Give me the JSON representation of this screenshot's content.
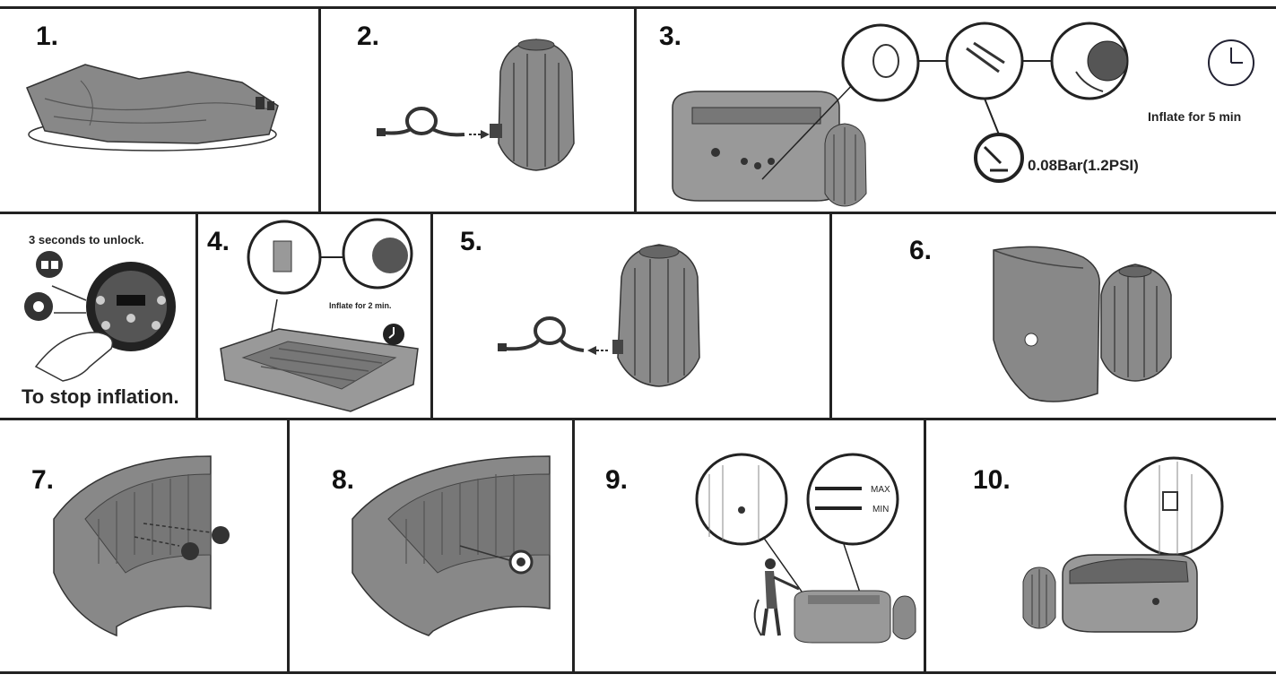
{
  "steps": {
    "s1": "1.",
    "s2": "2.",
    "s3": "3.",
    "s4": "4.",
    "s5": "5.",
    "s6": "6.",
    "s7": "7.",
    "s8": "8.",
    "s9": "9.",
    "s10": "10."
  },
  "panel3": {
    "pressure": "0.08Bar(1.2PSI)",
    "inflate": "Inflate for 5 min"
  },
  "panel_unlock": {
    "top": "3 seconds to unlock.",
    "bottom": "To stop inflation."
  },
  "panel4": {
    "inflate": "Inflate for 2 min."
  },
  "panel9": {
    "max": "MAX",
    "min": "MIN"
  },
  "icons": [
    "clock-icon",
    "gauge-icon",
    "lock-icon",
    "hose-icon",
    "pump-icon",
    "tub-icon",
    "control-panel-icon",
    "hand-icon",
    "plug-icon",
    "person-icon"
  ]
}
